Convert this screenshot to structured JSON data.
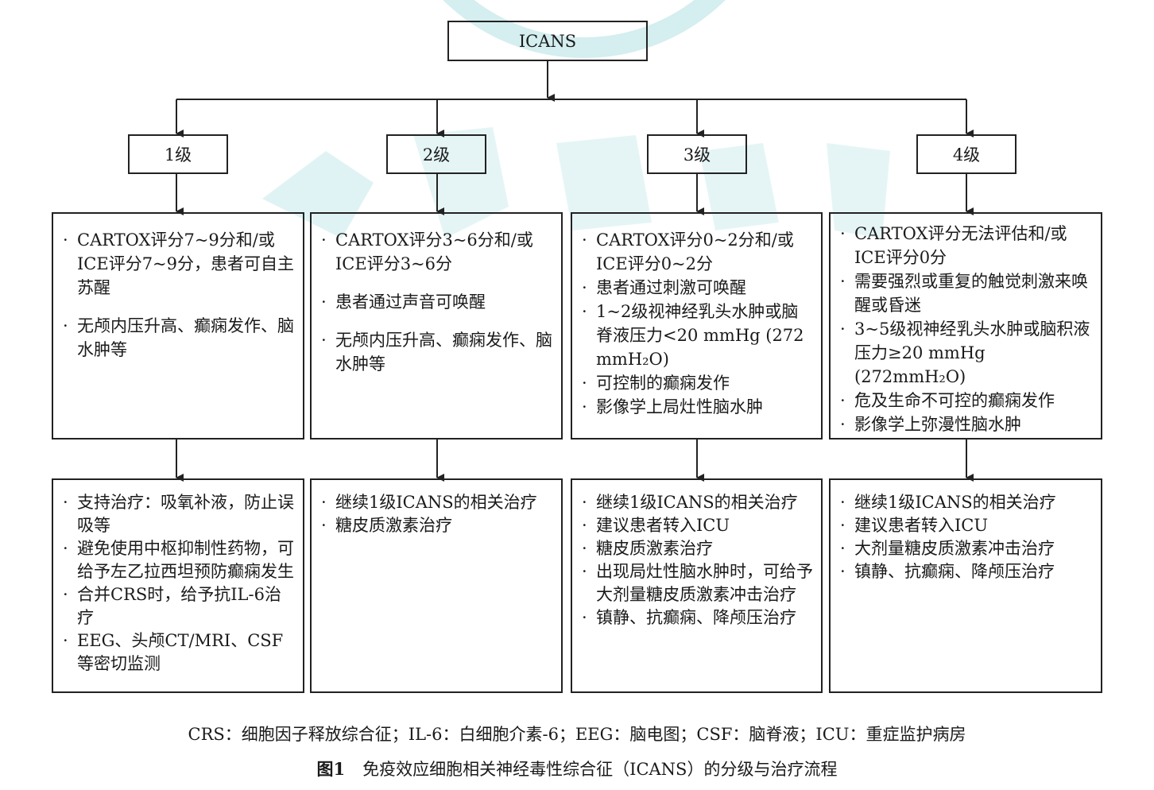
{
  "root": {
    "label": "ICANS"
  },
  "grades": [
    {
      "label": "1级",
      "criteria": [
        "CARTOX评分7~9分和/或ICE评分7~9分，患者可自主苏醒",
        "无颅内压升高、癫痫发作、脑水肿等"
      ],
      "treatment": [
        "支持治疗：吸氧补液，防止误吸等",
        "避免使用中枢抑制性药物，可给予左乙拉西坦预防癫痫发生",
        "合并CRS时，给予抗IL-6治疗",
        "EEG、头颅CT/MRI、CSF等密切监测"
      ]
    },
    {
      "label": "2级",
      "criteria": [
        "CARTOX评分3~6分和/或ICE评分3~6分",
        "患者通过声音可唤醒",
        "无颅内压升高、癫痫发作、脑水肿等"
      ],
      "treatment": [
        "继续1级ICANS的相关治疗",
        "糖皮质激素治疗"
      ]
    },
    {
      "label": "3级",
      "criteria": [
        "CARTOX评分0~2分和/或ICE评分0~2分",
        "患者通过刺激可唤醒",
        "1~2级视神经乳头水肿或脑脊液压力<20 mmHg (272 mmH₂O)",
        "可控制的癫痫发作",
        "影像学上局灶性脑水肿"
      ],
      "treatment": [
        "继续1级ICANS的相关治疗",
        "建议患者转入ICU",
        "糖皮质激素治疗",
        "出现局灶性脑水肿时，可给予大剂量糖皮质激素冲击治疗",
        "镇静、抗癫痫、降颅压治疗"
      ]
    },
    {
      "label": "4级",
      "criteria": [
        "CARTOX评分无法评估和/或ICE评分0分",
        "需要强烈或重复的触觉刺激来唤醒或昏迷",
        "3~5级视神经乳头水肿或脑积液压力≥20 mmHg (272mmH₂O)",
        "危及生命不可控的癫痫发作",
        "影像学上弥漫性脑水肿"
      ],
      "treatment": [
        "继续1级ICANS的相关治疗",
        "建议患者转入ICU",
        "大剂量糖皮质激素冲击治疗",
        "镇静、抗癫痫、降颅压治疗"
      ]
    }
  ],
  "footnote": "CRS：细胞因子释放综合征；IL-6：白细胞介素-6；EEG：脑电图；CSF：脑脊液；ICU：重症监护病房",
  "caption": {
    "number": "图1",
    "title": "免疫效应细胞相关神经毒性综合征（ICANS）的分级与治疗流程"
  },
  "colors": {
    "line": "#222222",
    "watermark": "#bfe3e6"
  }
}
